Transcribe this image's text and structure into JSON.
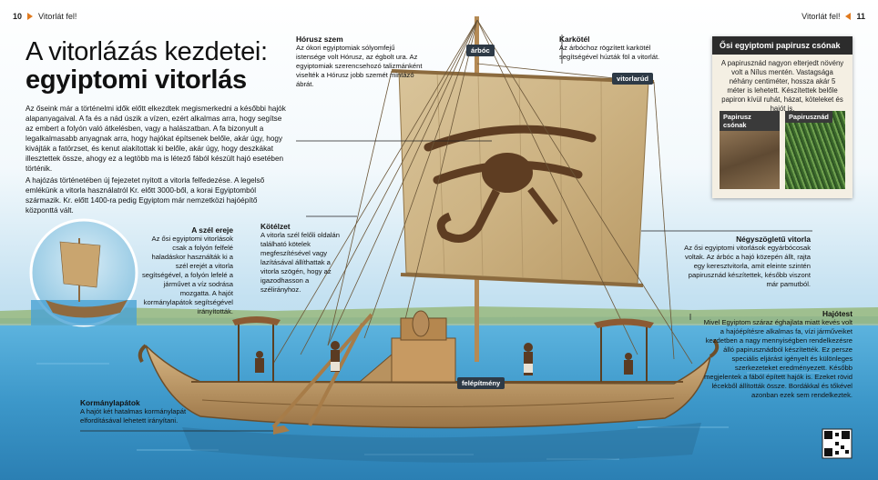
{
  "header": {
    "left_page_num": "10",
    "left_section": "Vitorlát fel!",
    "right_section": "Vitorlát fel!",
    "right_page_num": "11"
  },
  "title": {
    "line1": "A vitorlázás kezdetei:",
    "line2": "egyiptomi vitorlás"
  },
  "intro": {
    "p1": "Az őseink már a történelmi idők előtt elkezdtek megismerkedni a későbbi hajók alapanyagaival. A fa és a nád úszik a vízen, ezért alkalmas arra, hogy segítse az embert a folyón való átkelésben, vagy a halászatban. A fa bizonyult a legalkalmasabb anyagnak arra, hogy hajókat építsenek belőle, akár úgy, hogy kivájták a fatörzset, és kenut alakítottak ki belőle, akár úgy, hogy deszkákat illesztettek össze, ahogy ez a legtöbb ma is létező fából készült hajó esetében történik.",
    "p2": "A hajózás történetében új fejezetet nyitott a vitorla felfedezése. A legelső emlékünk a vitorla használatról Kr. előtt 3000-ből, a korai Egyiptomból származik. Kr. előtt 1400-ra pedig Egyiptom már nemzetközi hajóépítő központtá vált."
  },
  "wind": {
    "title": "A szél ereje",
    "text": "Az ősi egyiptomi vitorlások csak a folyón felfelé haladáskor használták ki a szél erejét a vitorla segítségével, a folyón lefelé a járművet a víz sodrása mozgatta. A hajót kormánylapátok segítségével irányították."
  },
  "horus": {
    "title": "Hórusz szem",
    "text": "Az ókori egyiptomiak sólyomfejű istensége volt Hórusz, az égbolt ura. Az egyiptomiak szerencsehozó talizmánként viselték a Hórusz jobb szemét mintázó ábrát."
  },
  "karkotel": {
    "title": "Karkötél",
    "text": "Az árbóchoz rögzített karkötél segítségével húzták föl a vitorlát."
  },
  "kotelzet": {
    "title": "Kötélzet",
    "text": "A vitorla szél felőli oldalán található kötelek megfeszítésével vagy lazításával állíthattak a vitorla szögén, hogy az igazodhasson a szélirányhoz."
  },
  "negyszog": {
    "title": "Négyszögletű vitorla",
    "text": "Az ősi egyiptomi vitorlások egyárbócosak voltak. Az árbóc a hajó közepén állt, rajta egy keresztvitorla, amit eleinte szintén papirusznád készítettek, később viszont már pamutból."
  },
  "hajotest": {
    "title": "Hajótest",
    "text": "Mivel Egyiptom száraz éghajlata miatt kevés volt a hajóépítésre alkalmas fa, vízi járműveiket kezdetben a nagy mennyiségben rendelkezésre álló papirusznádból készítették. Ez persze speciális eljárást igényelt és különleges szerkezeteket eredményezett. Később megjelentek a fából épített hajók is. Ezeket rövid lécekből állították össze. Bordákkal és tőkével azonban ezek sem rendelkeztek."
  },
  "kormany": {
    "title": "Kormánylapátok",
    "text": "A hajót két hatalmas kormánylapát elfordításával lehetett irányítani."
  },
  "tags": {
    "arboc": "árbóc",
    "vitorlarud": "vitorlarúd",
    "felepitmeny": "felépítmény"
  },
  "papyrus_box": {
    "title": "Ősi egyiptomi papirusz csónak",
    "text": "A papirusznád nagyon elterjedt növény volt a Nílus mentén. Vastagsága néhány centiméter, hossza akár 5 méter is lehetett. Készítettek belőle papiron kívül ruhát, házat, köteleket és hajót is.",
    "img1_label": "Papirusz csónak",
    "img2_label": "Papirusznád"
  },
  "colors": {
    "accent": "#e07a1f",
    "tag_bg": "#2e3a46",
    "box_bg": "#f4efe3"
  },
  "icons": {
    "qr": "qr-code-icon",
    "header_arrow": "triangle-arrow-icon"
  }
}
